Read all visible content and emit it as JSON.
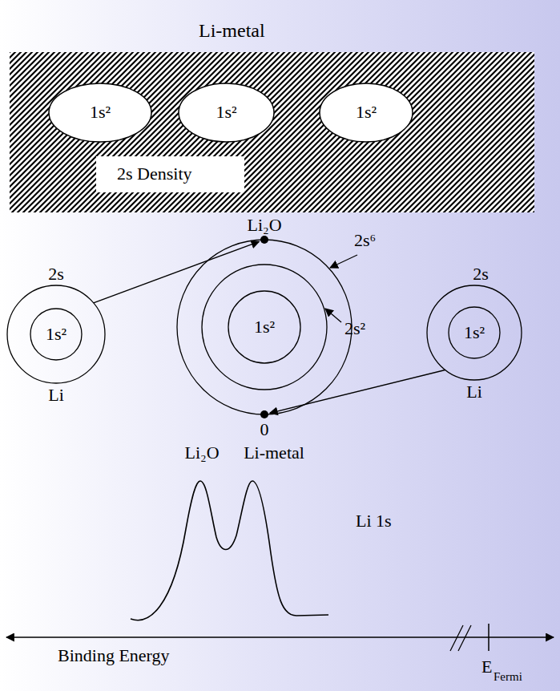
{
  "diagram": {
    "nodes": [
      {
        "text": [
          "Li-metal"
        ]
      },
      {
        "text": [
          "1s²"
        ],
        "in": 0
      },
      {
        "text": [
          "1s²"
        ],
        "in": 0
      },
      {
        "text": [
          "1s²"
        ],
        "in": 0
      },
      {
        "text": [
          "2s Density"
        ],
        "in": 0
      },
      {
        "text": [
          "2s",
          "Li"
        ]
      },
      {
        "text": [
          "1s²"
        ],
        "in": 5
      },
      {
        "text": [
          "Li₂O"
        ]
      },
      {
        "text": [
          "1s²"
        ],
        "in": 7
      },
      {
        "text": [
          "2s",
          "Li"
        ]
      },
      {
        "text": [
          "1s²"
        ],
        "in": 9
      }
    ],
    "edges": [
      {
        "from": 5,
        "to": 7,
        "arrow": "to"
      },
      {
        "from": 9,
        "to": 7,
        "arrow": "to"
      }
    ],
    "labels": [
      "2s⁶",
      "2s²",
      "0",
      "Li₂O",
      "Li-metal",
      "Li 1s",
      "Binding Energy",
      "E",
      "Fermi"
    ]
  }
}
